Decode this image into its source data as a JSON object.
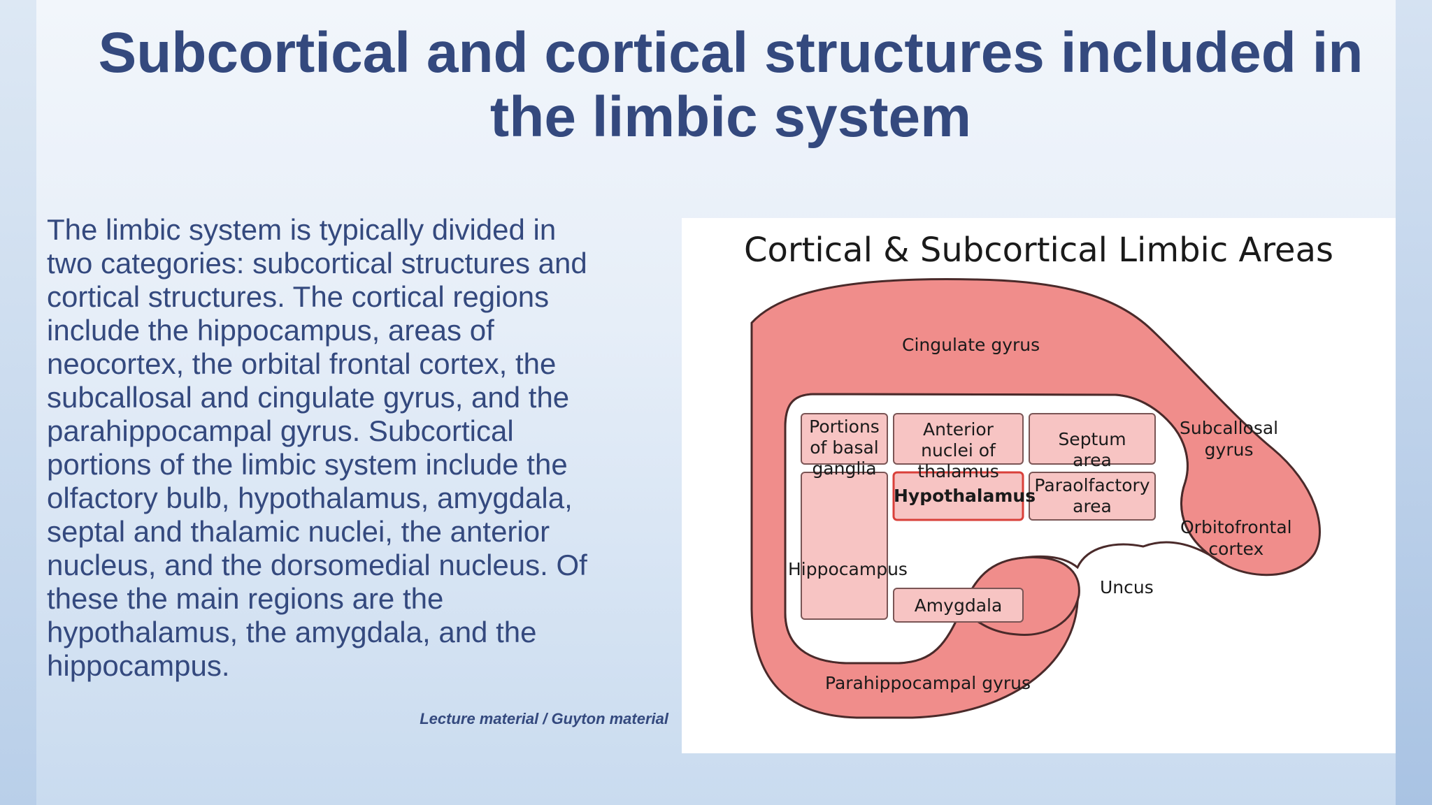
{
  "slide": {
    "title_line1": "Subcortical and cortical structures  included in",
    "title_line2": "the limbic system",
    "body_lines": [
      "The limbic system is typically divided in",
      "two categories: subcortical structures and",
      "cortical structures. The cortical regions",
      "include the hippocampus, areas of",
      "neocortex, the orbital frontal cortex, the",
      "subcallosal and cingulate gyrus, and the",
      "parahippocampal gyrus. Subcortical",
      "portions of the limbic system include the",
      "olfactory bulb, hypothalamus, amygdala,",
      "septal and thalamic nuclei, the anterior",
      "nucleus, and the dorsomedial nucleus. Of",
      "these the main regions are the",
      "hypothalamus, the amygdala, and the",
      "hippocampus."
    ],
    "citation": "Lecture material / Guyton material"
  },
  "figure": {
    "title": "Cortical & Subcortical Limbic Areas",
    "outer_labels": {
      "cingulate": "Cingulate gyrus",
      "subcallosal_1": "Subcallosal",
      "subcallosal_2": "gyrus",
      "orbitofrontal_1": "Orbitofrontal",
      "orbitofrontal_2": "cortex",
      "uncus": "Uncus",
      "parahippocampal": "Parahippocampal gyrus"
    },
    "boxes": {
      "basal_1": "Portions",
      "basal_2": "of basal",
      "basal_3": "ganglia",
      "thal_1": "Anterior",
      "thal_2": "nuclei of",
      "thal_3": "thalamus",
      "septum_1": "Septum",
      "septum_2": "area",
      "hypothalamus": "Hypothalamus",
      "paraolf_1": "Paraolfactory",
      "paraolf_2": "area",
      "hippocampus": "Hippocampus",
      "amygdala": "Amygdala"
    },
    "colors": {
      "band_fill": "#f08d8b",
      "band_stroke": "#4a2a2a",
      "box_fill": "#f7c4c3",
      "box_stroke": "#7a5555",
      "highlight_stroke": "#d9403a"
    }
  }
}
